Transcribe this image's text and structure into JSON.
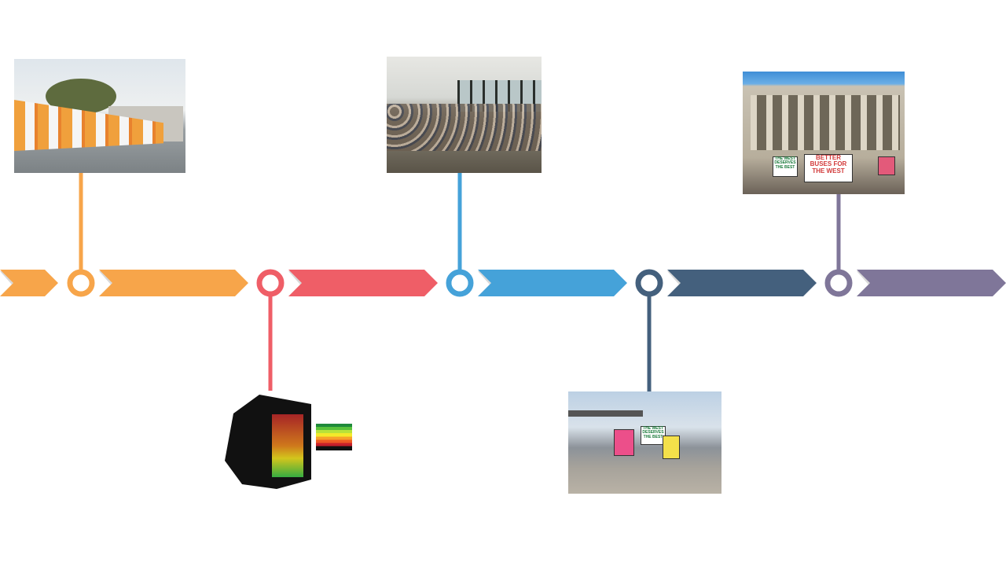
{
  "colors": {
    "orange": "#F7A54A",
    "red": "#EF5E67",
    "blue": "#45A2D9",
    "navy": "#44607D",
    "purple": "#7F7699"
  },
  "milestones": [
    {
      "image": "bus-fleet-photo",
      "position": "above"
    },
    {
      "image": "public-transport-accessibility-map",
      "position": "below"
    },
    {
      "image": "community-meeting-photo",
      "position": "above"
    },
    {
      "image": "bus-stop-protest-photo",
      "position": "below",
      "signs": [
        "THE WEST DESERVES THE BEST"
      ]
    },
    {
      "image": "parliament-steps-rally-photo",
      "position": "above",
      "signs": [
        "BETTER BUSES FOR THE WEST",
        "THE WEST DESERVES THE BEST"
      ]
    }
  ]
}
